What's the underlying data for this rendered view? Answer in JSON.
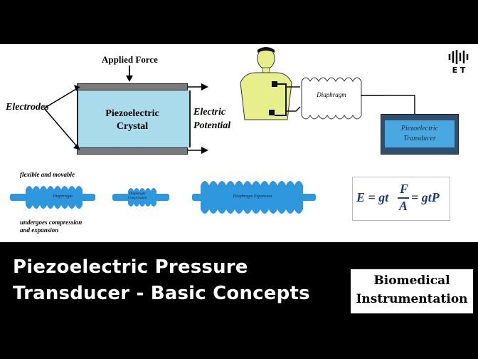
{
  "diagram": {
    "applied_force": "Applied Force",
    "electrodes": "Electrodes",
    "crystal_line1": "Piezoelectric",
    "crystal_line2": "Crystal",
    "potential_line1": "Electric",
    "potential_line2": "Potential",
    "diaphragm_label": "Diaphragm",
    "transducer_line1": "Piezoelectric",
    "transducer_line2": "Transducer",
    "flexible_note": "flexible and movable",
    "compression_note_line1": "undergoes compression",
    "compression_note_line2": "and expansion",
    "diaphragm_a": "Diaphragm",
    "diaphragm_b_line1": "Diaphragm",
    "diaphragm_b_line2": "Compression",
    "diaphragm_c": "Diaphragm  Expansion"
  },
  "formula": {
    "lhs": "E = gt",
    "num": "F",
    "den": "A",
    "rhs": "= gtP"
  },
  "logo": {
    "letters": "E T"
  },
  "title": {
    "line1": "Piezoelectric Pressure",
    "line2": "Transducer - Basic Concepts"
  },
  "category": {
    "line1": "Biomedical",
    "line2": "Instrumentation"
  },
  "colors": {
    "crystal": "#aadbeb",
    "diaphragm": "#2f97de",
    "person": "#e6ef8c",
    "transducer_outer": "#2f4f6f",
    "transducer_inner": "#4aa8e0"
  }
}
